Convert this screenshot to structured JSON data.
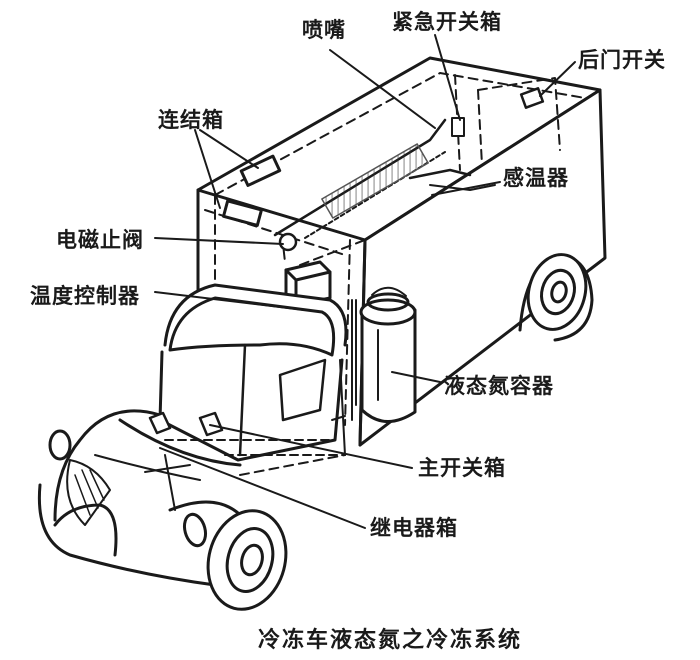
{
  "labels": {
    "nozzle": "喷嘴",
    "emergency_switch_box": "紧急开关箱",
    "rear_door_switch": "后门开关",
    "junction_box": "连结箱",
    "temperature_sensor": "感温器",
    "solenoid_valve": "电磁止阀",
    "temperature_controller": "温度控制器",
    "liquid_nitrogen_container": "液态氮容器",
    "main_switch_box": "主开关箱",
    "relay_box": "继电器箱"
  },
  "caption": "冷冻车液态氮之冷冻系统"
}
